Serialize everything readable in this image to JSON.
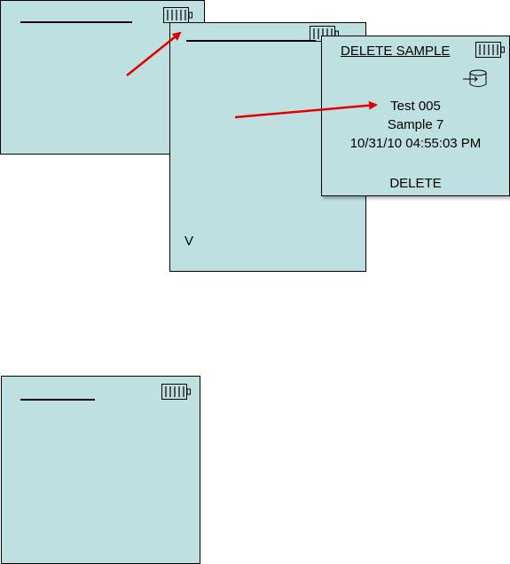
{
  "delete_dialog": {
    "title": "DELETE SAMPLE",
    "test_name": "Test 005",
    "sample_name": "Sample 7",
    "timestamp": "10/31/10 04:55:03 PM",
    "delete_label": "DELETE"
  },
  "screen_b": {
    "chevron": "V"
  },
  "icons": {
    "battery": "battery-icon",
    "data-log": "data-log-icon"
  },
  "colors": {
    "screen_bg": "#bfe0e0",
    "arrow": "#e00000"
  }
}
